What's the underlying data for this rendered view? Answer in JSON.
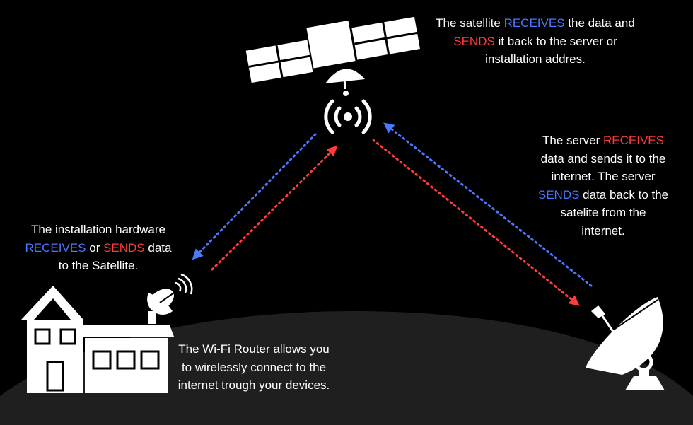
{
  "colors": {
    "background": "#000000",
    "foreground": "#ffffff",
    "receives": "#4a78ff",
    "sends": "#ff3b3b",
    "ground": "#1f1f1f"
  },
  "icons": {
    "satellite": "satellite-icon",
    "signal": "wireless-signal-icon",
    "house": "house-icon",
    "dish_small": "small-satellite-dish-icon",
    "dish_large": "ground-station-dish-icon"
  },
  "captions": {
    "satellite": {
      "part1": "The satellite ",
      "receives": "RECEIVES",
      "part2": " the data and ",
      "sends": "SENDS",
      "part3": " it back to the server or installation addres."
    },
    "server": {
      "part1": "The server ",
      "receives": "RECEIVES",
      "part2": " data and sends it to the internet.  The server ",
      "sends": "SENDS",
      "part3": " data back to the satelite from the internet."
    },
    "installation": {
      "part1": "The installation hardware ",
      "receives": "RECEIVES",
      "part2": " or ",
      "sends": "SENDS",
      "part3": " data to the Satellite."
    },
    "router": {
      "text": "The Wi-Fi Router allows you to wirelessly connect to the internet trough your devices."
    }
  }
}
